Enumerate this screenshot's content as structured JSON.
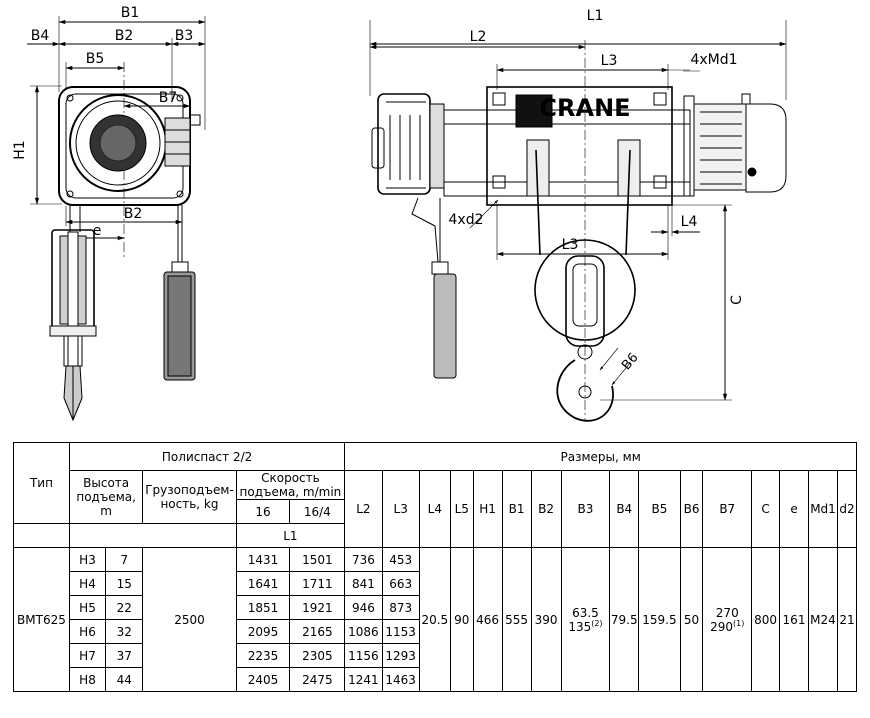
{
  "drawing": {
    "brand": "CRANE",
    "front_labels": {
      "b1": "B1",
      "b4": "B4",
      "b2_top": "B2",
      "b3": "B3",
      "b5": "B5",
      "b7": "B7",
      "h1": "H1",
      "b2_bottom": "B2",
      "e": "e"
    },
    "side_labels": {
      "l1": "L1",
      "l2": "L2",
      "l3_top": "L3",
      "md1": "4xMd1",
      "d2": "4xd2",
      "l4": "L4",
      "l3_bottom": "L3",
      "c": "C",
      "b6": "B6"
    }
  },
  "table": {
    "headers": {
      "type": "Тип",
      "polispast": "Полиспаст 2/2",
      "sizes": "Размеры, мм",
      "lift_height": "Высота подъема, m",
      "capacity": "Грузоподъем-ность, kg",
      "speed": "Скорость подъема, m/min",
      "speed_16": "16",
      "speed_16_4": "16/4",
      "l1": "L1",
      "l2": "L2",
      "l3": "L3",
      "l4": "L4",
      "l5": "L5",
      "h1": "H1",
      "b1": "B1",
      "b2": "B2",
      "b3": "B3",
      "b4": "B4",
      "b5": "B5",
      "b6": "B6",
      "b7": "B7",
      "c": "C",
      "e": "e",
      "md1": "Md1",
      "d2": "d2"
    },
    "model": "BMT625",
    "capacity": "2500",
    "rows": [
      {
        "code": "H3",
        "height": "7",
        "l1_16": "1431",
        "l1_16_4": "1501",
        "l2": "736",
        "l3": "453"
      },
      {
        "code": "H4",
        "height": "15",
        "l1_16": "1641",
        "l1_16_4": "1711",
        "l2": "841",
        "l3": "663"
      },
      {
        "code": "H5",
        "height": "22",
        "l1_16": "1851",
        "l1_16_4": "1921",
        "l2": "946",
        "l3": "873"
      },
      {
        "code": "H6",
        "height": "32",
        "l1_16": "2095",
        "l1_16_4": "2165",
        "l2": "1086",
        "l3": "1153"
      },
      {
        "code": "H7",
        "height": "37",
        "l1_16": "2235",
        "l1_16_4": "2305",
        "l2": "1156",
        "l3": "1293"
      },
      {
        "code": "H8",
        "height": "44",
        "l1_16": "2405",
        "l1_16_4": "2475",
        "l2": "1241",
        "l3": "1463"
      }
    ],
    "common": {
      "l4": "20.5",
      "l5": "90",
      "h1": "466",
      "b1": "555",
      "b2": "390",
      "b3_a": "63.5",
      "b3_b": "135",
      "b3_note": "(2)",
      "b4": "79.5",
      "b5": "159.5",
      "b6": "50",
      "b7_a": "270",
      "b7_b": "290",
      "b7_note": "(1)",
      "c": "800",
      "e": "161",
      "md1": "M24",
      "d2": "21"
    }
  }
}
